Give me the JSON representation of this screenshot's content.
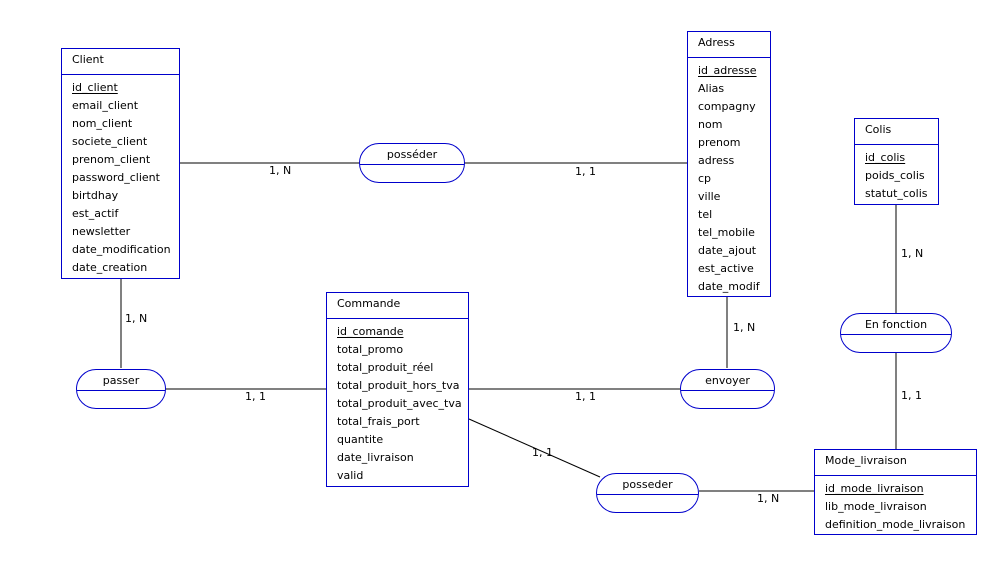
{
  "entities": {
    "client": {
      "title": "Client",
      "attributes": [
        "id_client",
        "email_client",
        "nom_client",
        "societe_client",
        "prenom_client",
        "password_client",
        "birtdhay",
        "est_actif",
        "newsletter",
        "date_modification",
        "date_creation"
      ]
    },
    "adress": {
      "title": "Adress",
      "attributes": [
        "id_adresse",
        "Alias",
        "compagny",
        "nom",
        "prenom",
        "adress",
        "cp",
        "ville",
        "tel",
        "tel_mobile",
        "date_ajout",
        "est_active",
        "date_modif"
      ]
    },
    "colis": {
      "title": "Colis",
      "attributes": [
        "id_colis",
        "poids_colis",
        "statut_colis"
      ]
    },
    "commande": {
      "title": "Commande",
      "attributes": [
        "id_comande",
        "total_promo",
        "total_produit_réel",
        "total_produit_hors_tva",
        "total_produit_avec_tva",
        "total_frais_port",
        "quantite",
        "date_livraison",
        "valid"
      ]
    },
    "mode_livraison": {
      "title": "Mode_livraison",
      "attributes": [
        "id_mode_livraison",
        "lib_mode_livraison",
        "definition_mode_livraison"
      ]
    }
  },
  "relations": {
    "posseder_client_adress": "posséder",
    "passer": "passer",
    "envoyer": "envoyer",
    "en_fonction": "En fonction",
    "posseder_commande_mode": "posseder"
  },
  "cardinalities": {
    "client_posseder": "1, N",
    "adress_posseder": "1, 1",
    "client_passer": "1, N",
    "commande_passer": "1, 1",
    "commande_envoyer": "1, 1",
    "adress_envoyer": "1, N",
    "colis_enfonction": "1, N",
    "mode_enfonction": "1, 1",
    "commande_posseder": "1, 1",
    "mode_posseder": "1, N"
  }
}
